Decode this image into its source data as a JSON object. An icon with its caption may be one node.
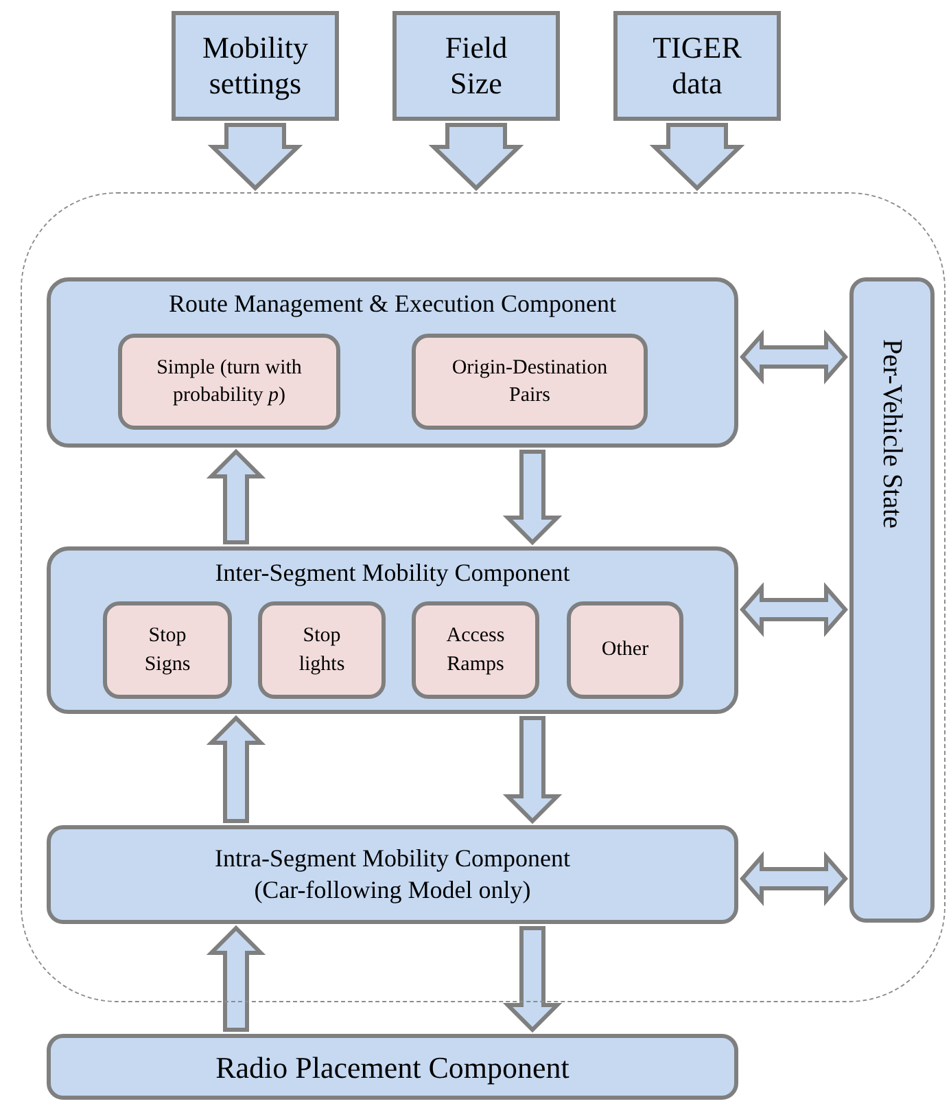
{
  "diagram": {
    "nodes": [
      {
        "text": [
          "Mobility settings"
        ]
      },
      {
        "text": [
          "Field Size"
        ]
      },
      {
        "text": [
          "TIGER data"
        ]
      },
      {
        "text": [],
        "shape": "box"
      },
      {
        "text": [
          "Route Management & Execution Component"
        ],
        "in": 3
      },
      {
        "text": [
          "Simple (turn with probability *p*)"
        ],
        "in": 4
      },
      {
        "text": [
          "Origin-Destination Pairs"
        ],
        "in": 4
      },
      {
        "text": [
          "Inter-Segment Mobility Component"
        ],
        "in": 3
      },
      {
        "text": [
          "Stop Signs"
        ],
        "in": 7
      },
      {
        "text": [
          "Stop lights"
        ],
        "in": 7
      },
      {
        "text": [
          "Access Ramps"
        ],
        "in": 7
      },
      {
        "text": [
          "Other"
        ],
        "in": 7
      },
      {
        "text": [
          "Intra-Segment Mobility Component",
          "(Car-following Model only)"
        ],
        "in": 3
      },
      {
        "text": [
          "Per-Vehicle State"
        ],
        "in": 3
      },
      {
        "text": [
          "Radio Placement Component"
        ]
      }
    ],
    "edges": [
      {
        "from": 0,
        "to": 3,
        "arrow": "to"
      },
      {
        "from": 1,
        "to": 3,
        "arrow": "to"
      },
      {
        "from": 2,
        "to": 3,
        "arrow": "to"
      },
      {
        "from": 7,
        "to": 4,
        "arrow": "to"
      },
      {
        "from": 4,
        "to": 7,
        "arrow": "to"
      },
      {
        "from": 12,
        "to": 7,
        "arrow": "to"
      },
      {
        "from": 7,
        "to": 12,
        "arrow": "to"
      },
      {
        "from": 14,
        "to": 12,
        "arrow": "to"
      },
      {
        "from": 12,
        "to": 14,
        "arrow": "to"
      },
      {
        "from": 4,
        "to": 13,
        "arrow": "both"
      },
      {
        "from": 7,
        "to": 13,
        "arrow": "both"
      },
      {
        "from": 12,
        "to": 13,
        "arrow": "both"
      }
    ]
  }
}
